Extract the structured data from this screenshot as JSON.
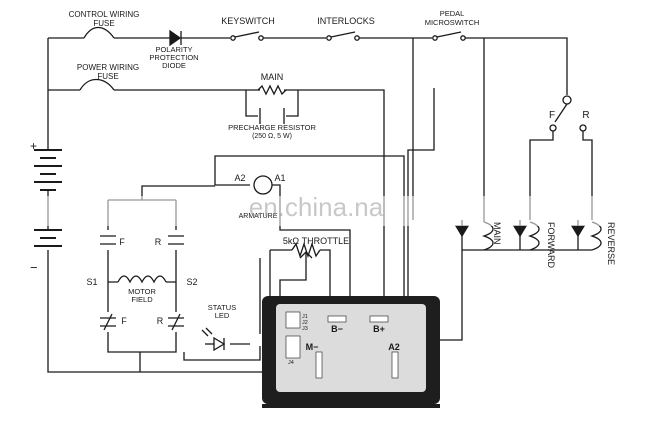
{
  "labels": {
    "control_fuse_line1": "CONTROL WIRING",
    "control_fuse_line2": "FUSE",
    "diode_line1": "POLARITY",
    "diode_line2": "PROTECTION",
    "diode_line3": "DIODE",
    "keyswitch": "KEYSWITCH",
    "interlocks": "INTERLOCKS",
    "pedal_line1": "PEDAL",
    "pedal_line2": "MICROSWITCH",
    "power_fuse_line1": "POWER WIRING",
    "power_fuse_line2": "FUSE",
    "main_contactor": "MAIN",
    "precharge_line1": "PRECHARGE RESISTOR",
    "precharge_line2": "(250 Ω, 5 W)",
    "battery_plus": "+",
    "battery_minus": "−",
    "armature_a2": "A2",
    "armature_a1": "A1",
    "armature_label": "ARMATURE",
    "throttle": "5kΩ THROTTLE",
    "f_top": "F",
    "r_top": "R",
    "s1": "S1",
    "s2": "S2",
    "motor_field_line1": "MOTOR",
    "motor_field_line2": "FIELD",
    "f_bottom": "F",
    "r_bottom": "R",
    "status_led_line1": "STATUS",
    "status_led_line2": "LED",
    "j1": "J1",
    "j2": "J2",
    "j3": "J3",
    "j4": "J4",
    "b_minus": "B−",
    "b_plus": "B+",
    "m_minus": "M−",
    "a2_terminal": "A2",
    "sel_f": "F",
    "sel_r": "R",
    "coil_main": "MAIN",
    "coil_forward": "FORWARD",
    "coil_reverse": "REVERSE",
    "watermark": "en.china.na"
  }
}
